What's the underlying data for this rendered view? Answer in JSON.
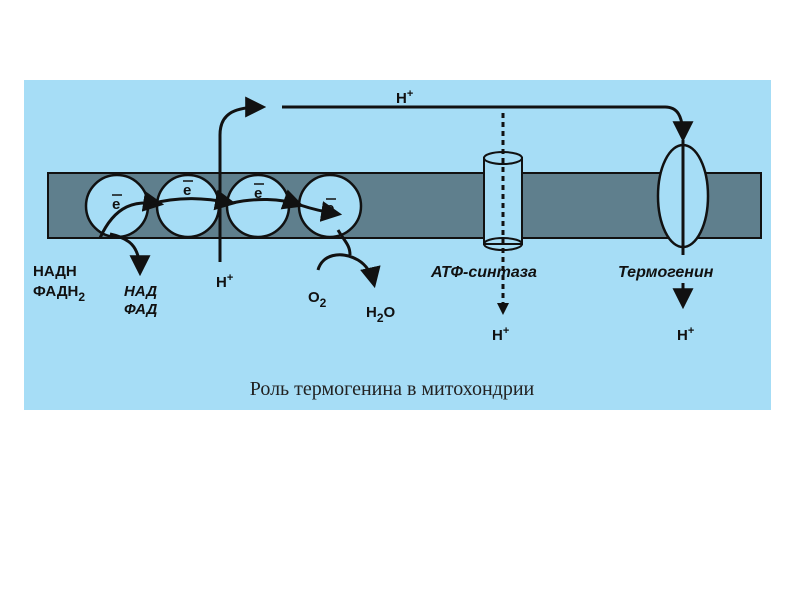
{
  "caption": "Роль термогенина в митохондрии",
  "electron_label": "e",
  "labels": {
    "nadh": "НАДН",
    "fadh": "ФАДН",
    "fadh_sub": "2",
    "nad": "НАД",
    "fad": "ФАД",
    "h_plus_top": "H",
    "h_plus_mid": "H",
    "o2": "O",
    "o2_sub": "2",
    "h2o_h": "H",
    "h2o_sub": "2",
    "h2o_o": "O",
    "atp_synthase": "АТФ-синтаза",
    "thermogenin": "Термогенин",
    "h_plus_atp": "H",
    "h_plus_thermo": "H",
    "plus": "+"
  },
  "colors": {
    "panel_bg": "#a6ddf6",
    "membrane": "#5f7f8d",
    "ink": "#111111"
  }
}
